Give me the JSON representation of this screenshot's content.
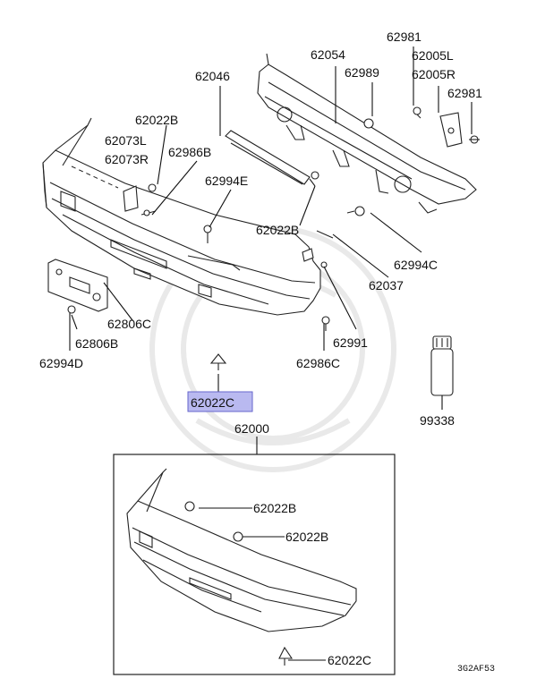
{
  "labels": {
    "p62981_top": "62981",
    "p62054": "62054",
    "p62046": "62046",
    "p62989": "62989",
    "p62005L": "62005L",
    "p62005R": "62005R",
    "p62981_right": "62981",
    "p62022B_left": "62022B",
    "p62073L": "62073L",
    "p62073R": "62073R",
    "p62986B": "62986B",
    "p62994E": "62994E",
    "p62022B_mid": "62022B",
    "p62994C": "62994C",
    "p62037": "62037",
    "p62806C": "62806C",
    "p62806B": "62806B",
    "p62994D": "62994D",
    "p62991": "62991",
    "p62986C": "62986C",
    "p62022C_highlight": "62022C",
    "p99338": "99338",
    "p62000": "62000",
    "p62022B_box1": "62022B",
    "p62022B_box2": "62022B",
    "p62022C_box": "62022C"
  },
  "diagram_code": "3G2AF53",
  "colors": {
    "highlight_fill": "#b9b9f0",
    "highlight_border": "#6666cc",
    "line": "#222222"
  }
}
